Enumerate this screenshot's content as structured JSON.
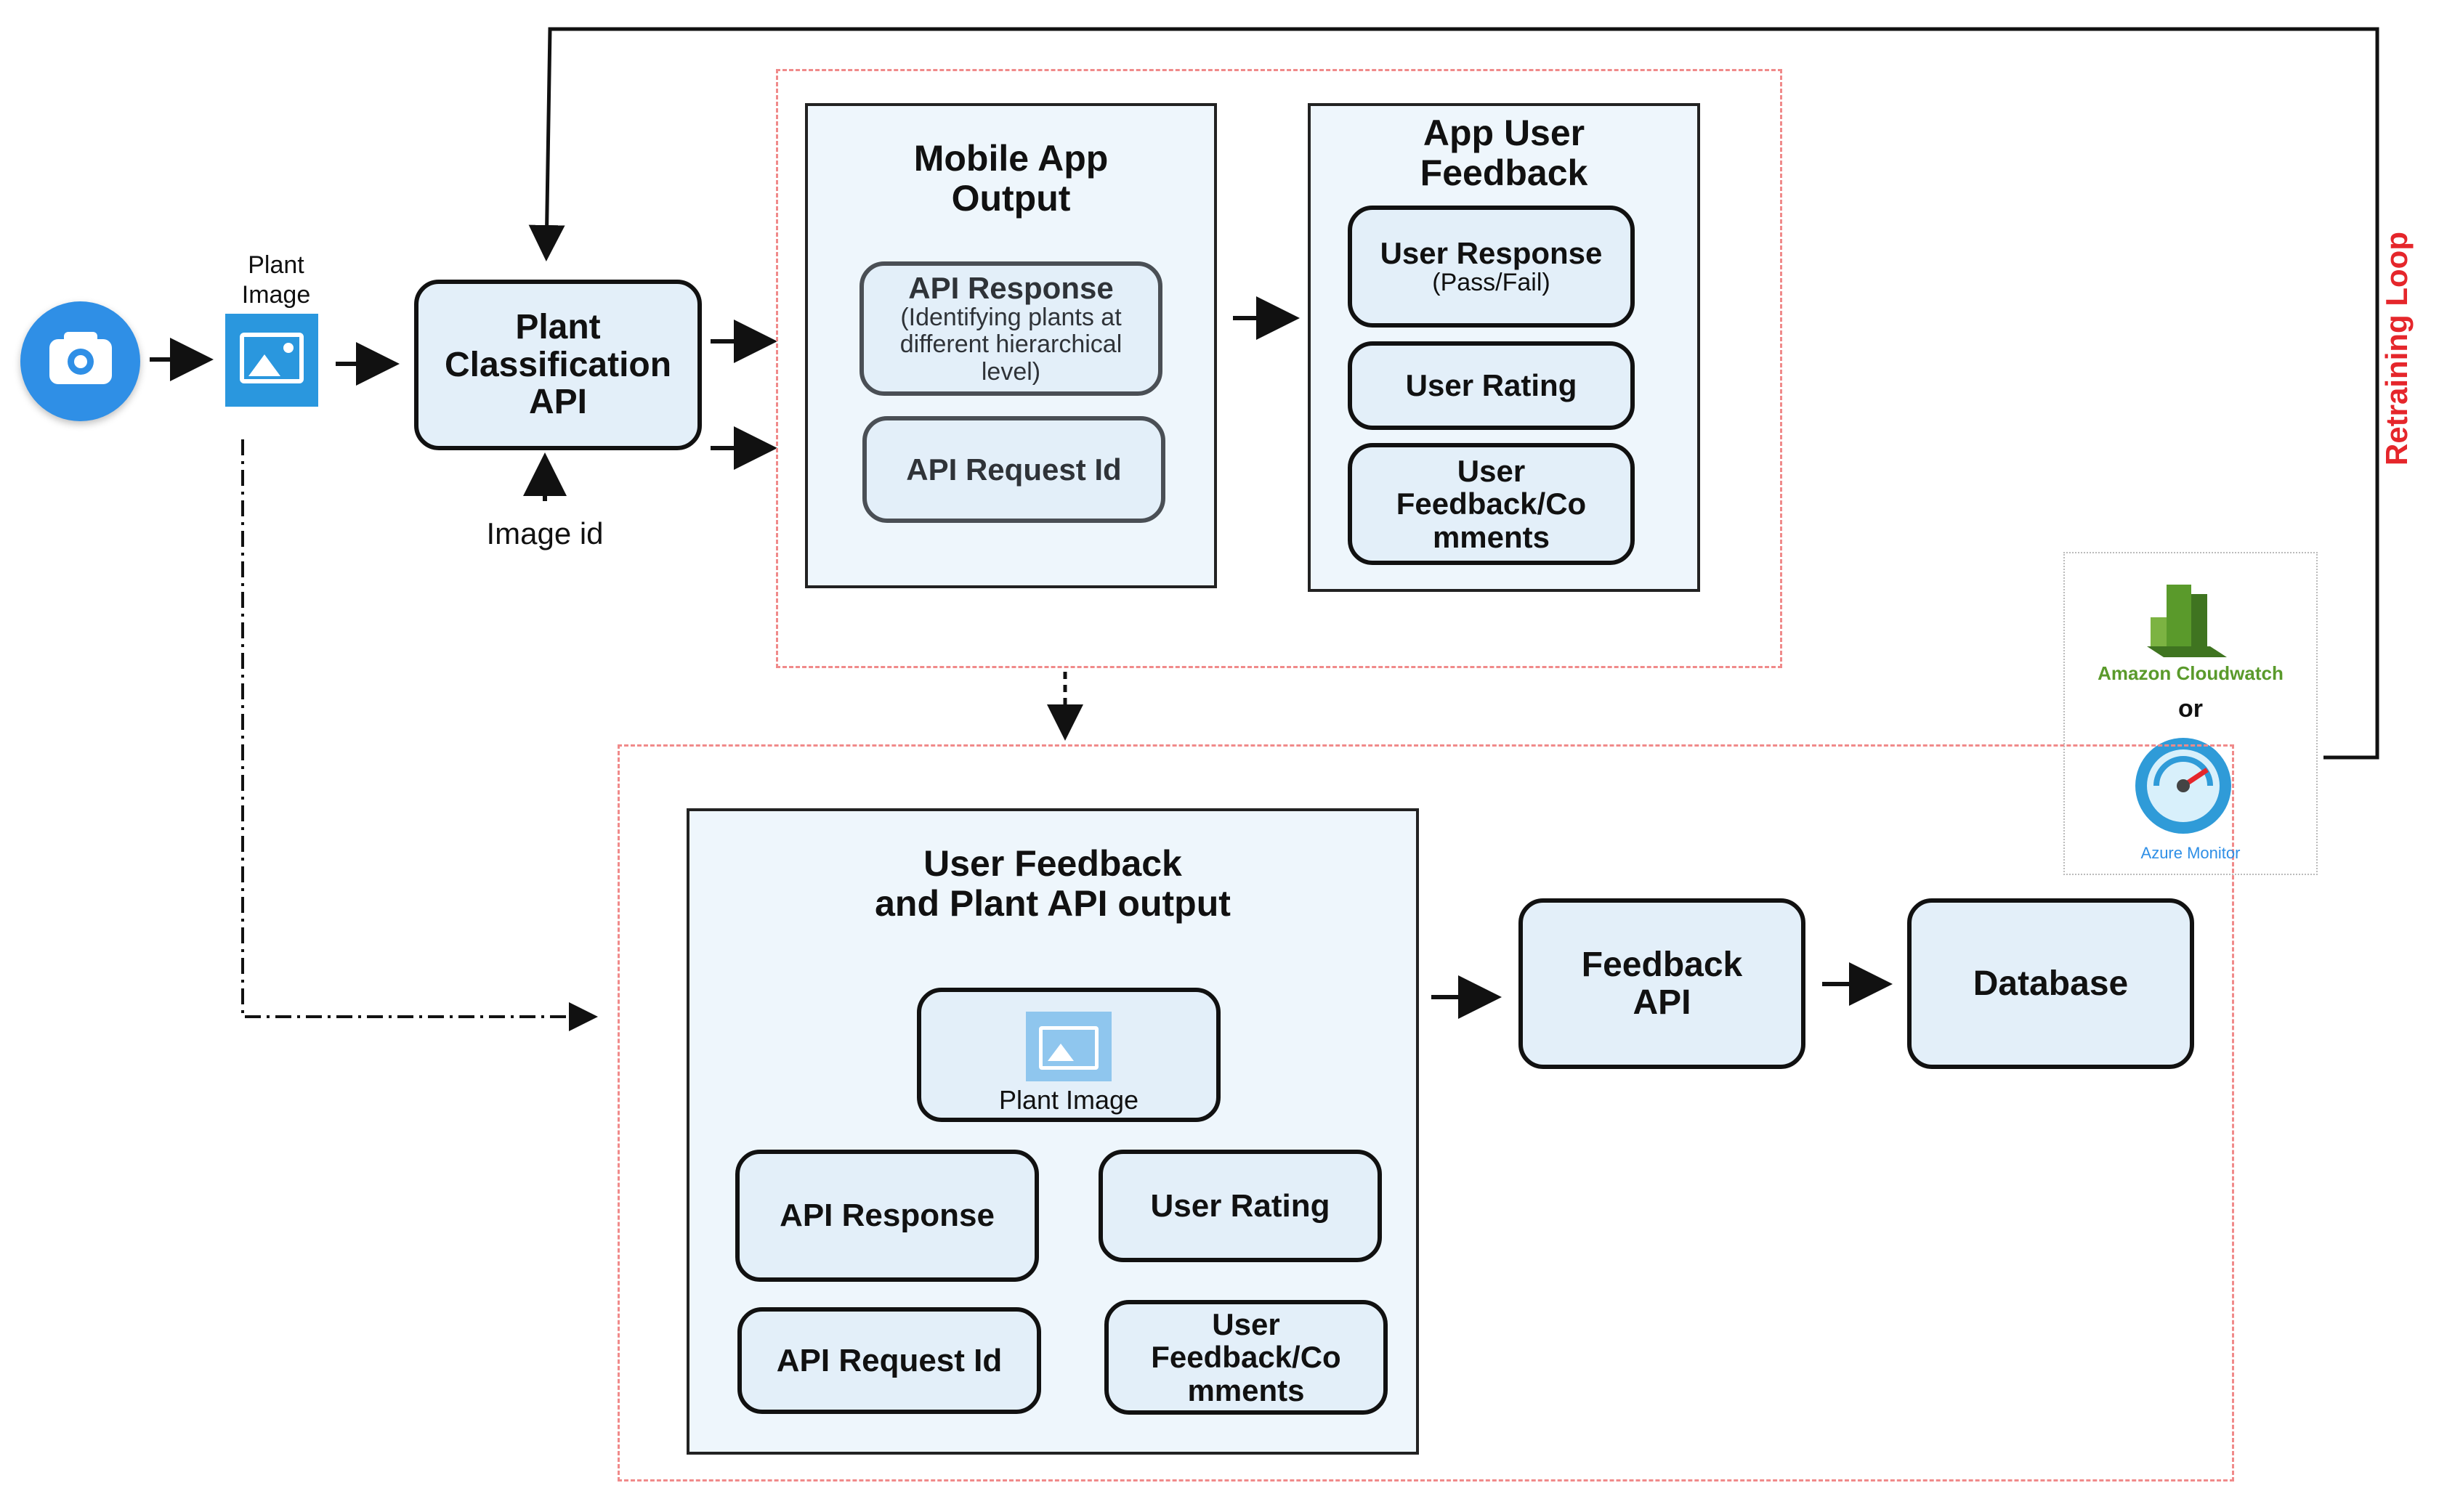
{
  "inputs": {
    "plant_image_label": "Plant\nImage",
    "image_id_label": "Image id"
  },
  "plant_api": {
    "label": "Plant\nClassification\nAPI"
  },
  "mobile_output": {
    "title": "Mobile App\nOutput",
    "api_response_title": "API Response",
    "api_response_note": "(Identifying plants at\ndifferent hierarchical\nlevel)",
    "api_request_id": "API Request Id"
  },
  "app_feedback": {
    "title": "App User\nFeedback",
    "user_response_title": "User Response",
    "user_response_note": "(Pass/Fail)",
    "user_rating": "User Rating",
    "user_comments": "User\nFeedback/Co\nmments"
  },
  "combined": {
    "title": "User Feedback\nand Plant API output",
    "plant_image_label": "Plant Image",
    "api_response": "API Response",
    "user_rating": "User Rating",
    "api_request_id": "API Request Id",
    "user_comments": "User\nFeedback/Co\nmments"
  },
  "feedback_api": {
    "label": "Feedback\nAPI"
  },
  "database": {
    "label": "Database"
  },
  "monitoring": {
    "cloudwatch_label": "Amazon Cloudwatch",
    "or_label": "or",
    "azure_label": "Azure Monitor"
  },
  "retraining_loop_label": "Retraining Loop",
  "colors": {
    "accent_blue": "#2f8fe6",
    "retrain_red": "#e5262b",
    "dash_region": "#f08a8a",
    "node_fill": "#e3eff9",
    "panel_fill": "#eef6fc",
    "cloudwatch_green": "#5a9a2b"
  },
  "icons": [
    "camera-icon",
    "image-icon",
    "cloudwatch-icon",
    "azure-monitor-icon"
  ]
}
